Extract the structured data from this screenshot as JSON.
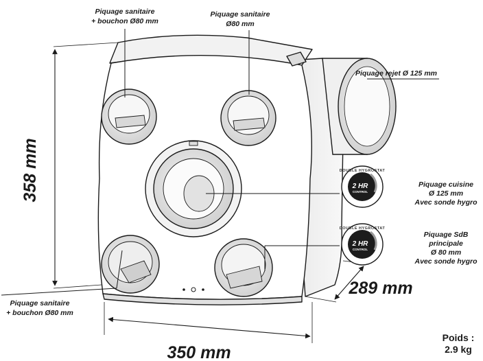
{
  "labels": {
    "top_left": [
      "Piquage sanitaire",
      "+ bouchon Ø80 mm"
    ],
    "top_mid": [
      "Piquage sanitaire",
      "Ø80 mm"
    ],
    "rejet": "Piquage rejet Ø 125 mm",
    "cuisine": [
      "Piquage cuisine",
      "Ø 125 mm",
      "Avec sonde hygro"
    ],
    "sdb": [
      "Piquage SdB",
      "principale",
      "Ø 80 mm",
      "Avec sonde hygro"
    ],
    "bottom_left": [
      "Piquage sanitaire",
      "+ bouchon Ø80 mm"
    ]
  },
  "dimensions": {
    "height": "358 mm",
    "width": "350 mm",
    "depth": "289 mm"
  },
  "weight": [
    "Poids :",
    "2.9 kg"
  ],
  "badge": {
    "top_text": "DOUBLE HYGROSTAT",
    "main": "2 HR",
    "sub": "CONTROL"
  },
  "colors": {
    "line": "#1a1a1a",
    "body": "#ffffff",
    "shade": "#e6e6e6",
    "badge_dark": "#1c1c1c"
  }
}
